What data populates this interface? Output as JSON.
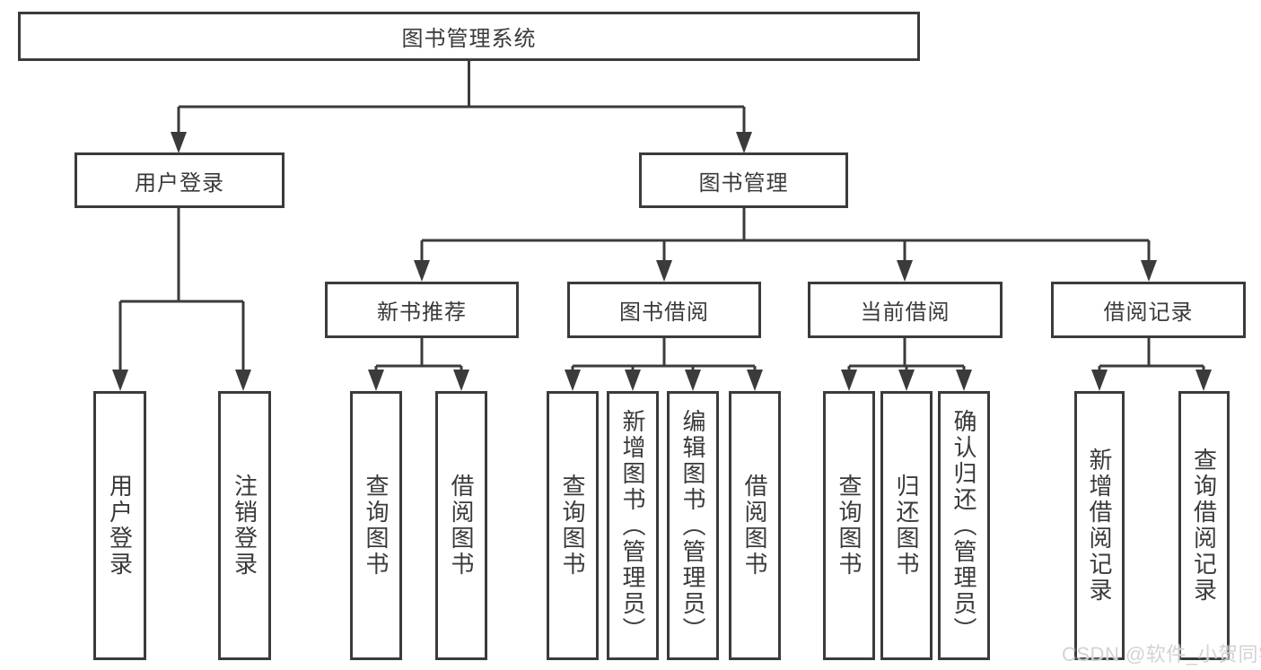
{
  "tree": {
    "root": {
      "label": "图书管理系统"
    },
    "children": [
      {
        "label": "用户登录",
        "children": [
          {
            "label": "用户登录"
          },
          {
            "label": "注销登录"
          }
        ]
      },
      {
        "label": "图书管理",
        "children": [
          {
            "label": "新书推荐",
            "children": [
              {
                "label": "查询图书"
              },
              {
                "label": "借阅图书"
              }
            ]
          },
          {
            "label": "图书借阅",
            "children": [
              {
                "label": "查询图书"
              },
              {
                "label": "新增图书（管理员）"
              },
              {
                "label": "编辑图书（管理员）"
              },
              {
                "label": "借阅图书"
              }
            ]
          },
          {
            "label": "当前借阅",
            "children": [
              {
                "label": "查询图书"
              },
              {
                "label": "归还图书"
              },
              {
                "label": "确认归还（管理员）"
              }
            ]
          },
          {
            "label": "借阅记录",
            "children": [
              {
                "label": "新增借阅记录"
              },
              {
                "label": "查询借阅记录"
              }
            ]
          }
        ]
      }
    ]
  },
  "watermark": {
    "text": "CSDN @软件_小贺同学"
  },
  "colors": {
    "line": "#3b3b3b",
    "text": "#3a3a3a",
    "box_background": "#ffffff",
    "watermark": "#d1d1d1"
  }
}
